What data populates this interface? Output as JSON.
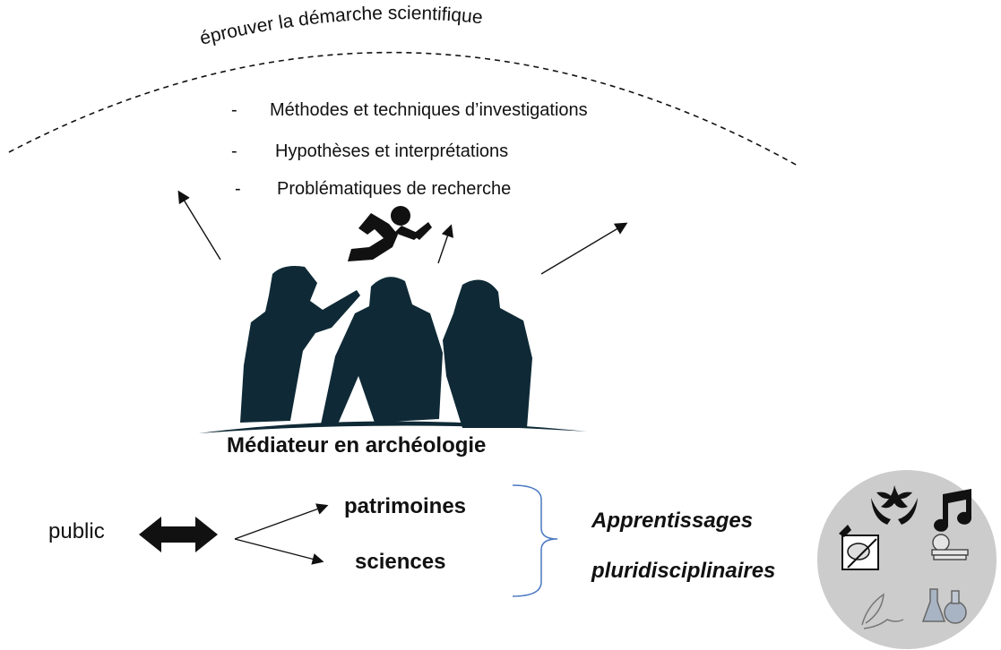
{
  "arc_title": "éprouver la démarche scientifique",
  "items": [
    {
      "dash": "-",
      "label": "Méthodes et techniques d’investigations"
    },
    {
      "dash": "-",
      "label": "Hypothèses et interprétations"
    },
    {
      "dash": "-",
      "label": "Problématiques de recherche"
    }
  ],
  "mediator_label": "Médiateur en archéologie",
  "public_label": "public",
  "branches": [
    "patrimoines",
    "sciences"
  ],
  "outcome": {
    "line1": "Apprentissages",
    "line2": "pluridisciplinaires"
  },
  "disciplines_icons": [
    "plant-hands-icon",
    "music-note-icon",
    "art-palette-icon",
    "geography-books-icon",
    "writing-feather-icon",
    "chemistry-flasks-icon"
  ],
  "colors": {
    "silhouette": "#0f2a36",
    "brace": "#4a78c2",
    "icon_circle": "#cccccc"
  }
}
